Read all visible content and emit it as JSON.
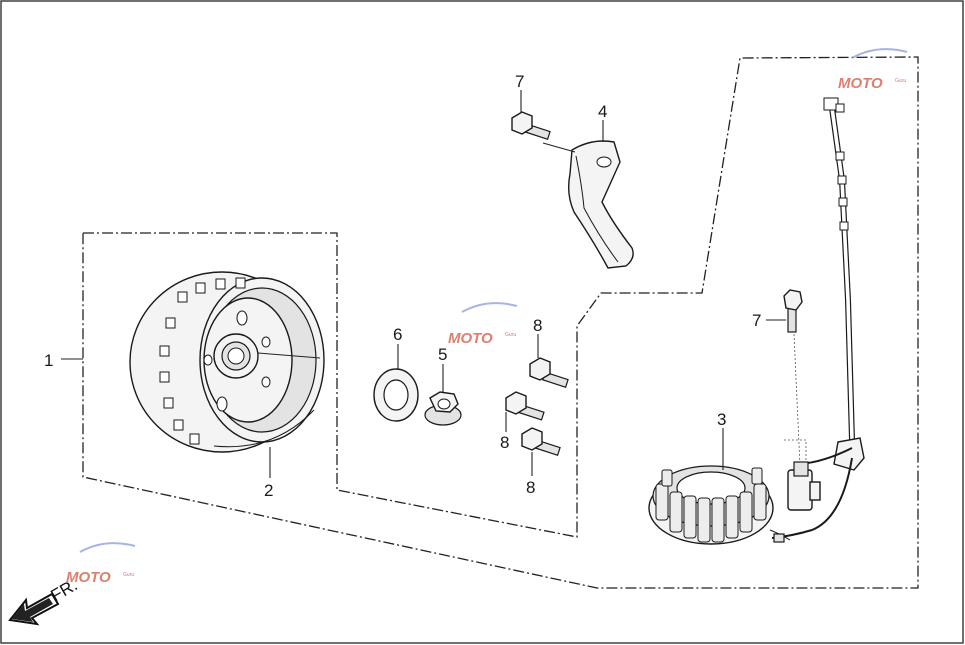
{
  "diagram": {
    "callouts": {
      "p1": "1",
      "p2": "2",
      "p3": "3",
      "p4": "4",
      "p5": "5",
      "p6": "6",
      "p7a": "7",
      "p7b": "7",
      "p8a": "8",
      "p8b": "8",
      "p8c": "8"
    },
    "direction_label": "FR.",
    "watermark": {
      "brand": "MOTO",
      "tagline": "Guru"
    },
    "colors": {
      "line": "#1a1a1a",
      "watermark_red": "#d2553f",
      "watermark_blue": "#8a9bd6"
    }
  }
}
